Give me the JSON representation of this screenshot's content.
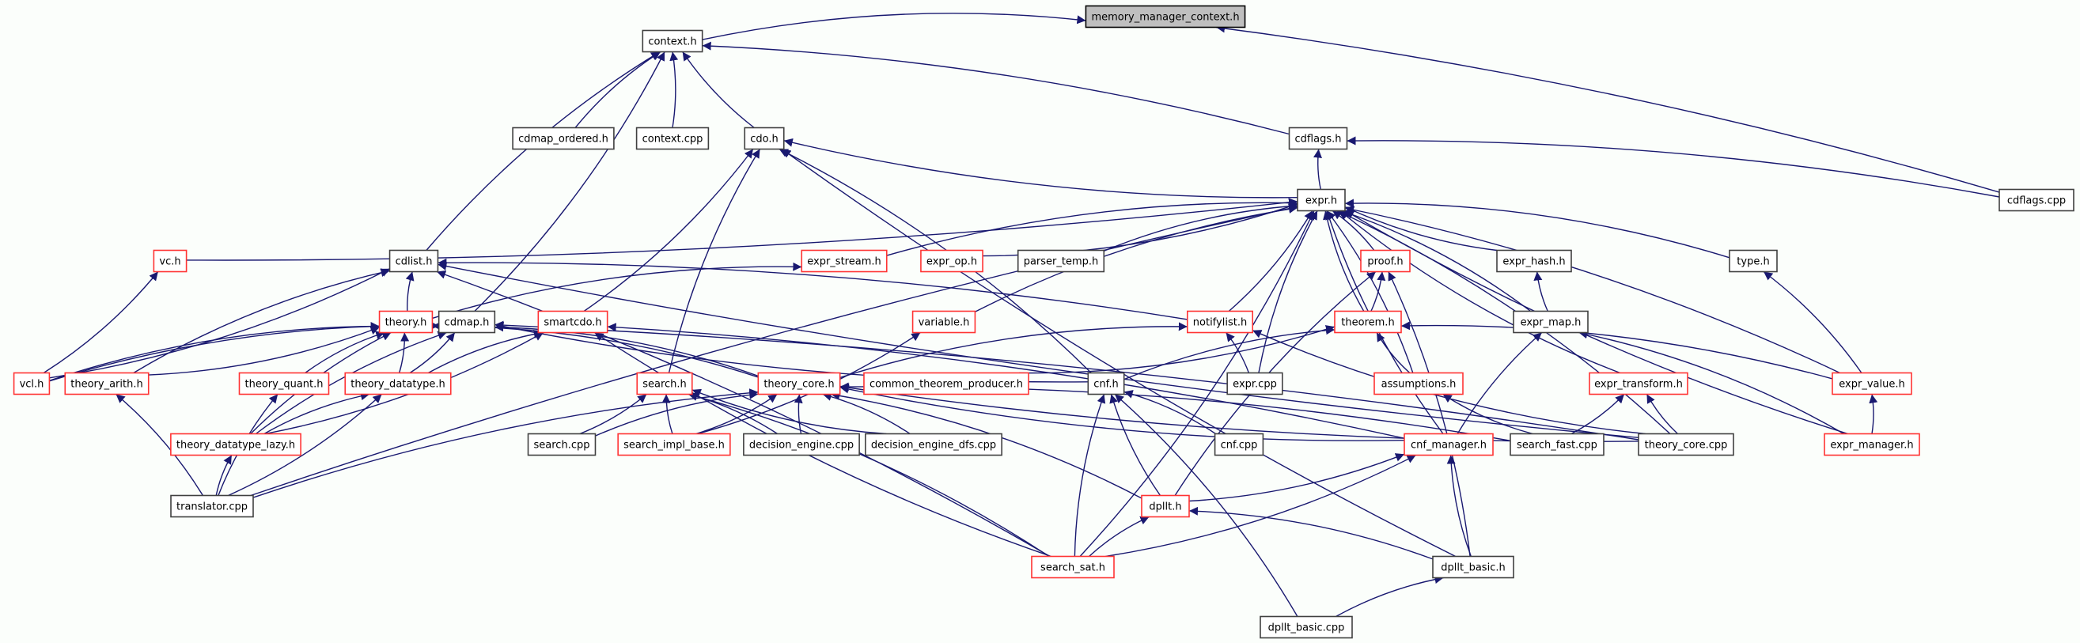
{
  "graph": {
    "title": "memory_manager_context.h",
    "edge_color": "#191970",
    "colors": {
      "plain": "#404040",
      "red": "#ff3333",
      "root_fill": "#bfbfbf"
    },
    "nodes": [
      {
        "id": "memory_manager_context.h",
        "style": "root"
      },
      {
        "id": "context.h",
        "style": "plain"
      },
      {
        "id": "cdmap_ordered.h",
        "style": "plain"
      },
      {
        "id": "context.cpp",
        "style": "plain"
      },
      {
        "id": "cdo.h",
        "style": "plain"
      },
      {
        "id": "cdflags.h",
        "style": "plain"
      },
      {
        "id": "cdflags.cpp",
        "style": "plain"
      },
      {
        "id": "expr.h",
        "style": "plain"
      },
      {
        "id": "vc.h",
        "style": "red"
      },
      {
        "id": "cdlist.h",
        "style": "plain"
      },
      {
        "id": "expr_stream.h",
        "style": "red"
      },
      {
        "id": "expr_op.h",
        "style": "red"
      },
      {
        "id": "parser_temp.h",
        "style": "plain"
      },
      {
        "id": "proof.h",
        "style": "red"
      },
      {
        "id": "expr_hash.h",
        "style": "plain"
      },
      {
        "id": "type.h",
        "style": "plain"
      },
      {
        "id": "theory.h",
        "style": "red"
      },
      {
        "id": "cdmap.h",
        "style": "plain"
      },
      {
        "id": "smartcdo.h",
        "style": "red"
      },
      {
        "id": "variable.h",
        "style": "red"
      },
      {
        "id": "notifylist.h",
        "style": "red"
      },
      {
        "id": "theorem.h",
        "style": "red"
      },
      {
        "id": "expr_map.h",
        "style": "plain"
      },
      {
        "id": "vcl.h",
        "style": "red"
      },
      {
        "id": "theory_arith.h",
        "style": "red"
      },
      {
        "id": "theory_quant.h",
        "style": "red"
      },
      {
        "id": "theory_datatype.h",
        "style": "red"
      },
      {
        "id": "search.h",
        "style": "red"
      },
      {
        "id": "theory_core.h",
        "style": "red"
      },
      {
        "id": "common_theorem_producer.h",
        "style": "red"
      },
      {
        "id": "cnf.h",
        "style": "plain"
      },
      {
        "id": "expr.cpp",
        "style": "plain"
      },
      {
        "id": "assumptions.h",
        "style": "red"
      },
      {
        "id": "expr_transform.h",
        "style": "red"
      },
      {
        "id": "expr_value.h",
        "style": "red"
      },
      {
        "id": "theory_datatype_lazy.h",
        "style": "red"
      },
      {
        "id": "search.cpp",
        "style": "plain"
      },
      {
        "id": "search_impl_base.h",
        "style": "red"
      },
      {
        "id": "decision_engine.cpp",
        "style": "plain"
      },
      {
        "id": "decision_engine_dfs.cpp",
        "style": "plain"
      },
      {
        "id": "cnf.cpp",
        "style": "plain"
      },
      {
        "id": "cnf_manager.h",
        "style": "red"
      },
      {
        "id": "search_fast.cpp",
        "style": "plain"
      },
      {
        "id": "theory_core.cpp",
        "style": "plain"
      },
      {
        "id": "expr_manager.h",
        "style": "red"
      },
      {
        "id": "translator.cpp",
        "style": "plain"
      },
      {
        "id": "dpllt.h",
        "style": "red"
      },
      {
        "id": "search_sat.h",
        "style": "red"
      },
      {
        "id": "dpllt_basic.h",
        "style": "plain"
      },
      {
        "id": "dpllt_basic.cpp",
        "style": "plain"
      }
    ],
    "edges": [
      [
        "context.h",
        "memory_manager_context.h"
      ],
      [
        "cdflags.cpp",
        "memory_manager_context.h"
      ],
      [
        "cdmap_ordered.h",
        "context.h"
      ],
      [
        "context.cpp",
        "context.h"
      ],
      [
        "cdo.h",
        "context.h"
      ],
      [
        "cdflags.h",
        "context.h"
      ],
      [
        "cdlist.h",
        "context.h"
      ],
      [
        "cdmap.h",
        "context.h"
      ],
      [
        "expr.h",
        "cdflags.h"
      ],
      [
        "cdflags.cpp",
        "cdflags.h"
      ],
      [
        "expr.h",
        "cdo.h"
      ],
      [
        "smartcdo.h",
        "cdo.h"
      ],
      [
        "search.h",
        "cdo.h"
      ],
      [
        "cnf.h",
        "cdo.h"
      ],
      [
        "dpllt_basic.h",
        "cdo.h"
      ],
      [
        "vc.h",
        "expr.h"
      ],
      [
        "expr_stream.h",
        "expr.h"
      ],
      [
        "expr_op.h",
        "expr.h"
      ],
      [
        "parser_temp.h",
        "expr.h"
      ],
      [
        "proof.h",
        "expr.h"
      ],
      [
        "expr_hash.h",
        "expr.h"
      ],
      [
        "type.h",
        "expr.h"
      ],
      [
        "variable.h",
        "expr.h"
      ],
      [
        "notifylist.h",
        "expr.h"
      ],
      [
        "theorem.h",
        "expr.h"
      ],
      [
        "expr_map.h",
        "expr.h"
      ],
      [
        "expr.cpp",
        "expr.h"
      ],
      [
        "assumptions.h",
        "expr.h"
      ],
      [
        "expr_transform.h",
        "expr.h"
      ],
      [
        "expr_value.h",
        "expr.h"
      ],
      [
        "expr_manager.h",
        "expr.h"
      ],
      [
        "theory_core.cpp",
        "expr.h"
      ],
      [
        "cnf_manager.h",
        "expr.h"
      ],
      [
        "search_sat.h",
        "expr.h"
      ],
      [
        "translator.cpp",
        "expr.h"
      ],
      [
        "vcl.h",
        "vc.h"
      ],
      [
        "theory.h",
        "cdlist.h"
      ],
      [
        "vcl.h",
        "cdlist.h"
      ],
      [
        "theory_arith.h",
        "cdlist.h"
      ],
      [
        "notifylist.h",
        "cdlist.h"
      ],
      [
        "theory_core.cpp",
        "cdlist.h"
      ],
      [
        "search_sat.h",
        "cdlist.h"
      ],
      [
        "theory.h",
        "expr_stream.h"
      ],
      [
        "search_impl_base.h",
        "variable.h"
      ],
      [
        "theory_core.h",
        "notifylist.h"
      ],
      [
        "expr.cpp",
        "notifylist.h"
      ],
      [
        "theory_core.cpp",
        "notifylist.h"
      ],
      [
        "theorem.h",
        "proof.h"
      ],
      [
        "dpllt.h",
        "proof.h"
      ],
      [
        "dpllt_basic.h",
        "proof.h"
      ],
      [
        "expr_map.h",
        "expr_hash.h"
      ],
      [
        "expr_value.h",
        "type.h"
      ],
      [
        "assumptions.h",
        "theorem.h"
      ],
      [
        "expr_value.h",
        "theorem.h"
      ],
      [
        "cnf.h",
        "theorem.h"
      ],
      [
        "common_theorem_producer.h",
        "theorem.h"
      ],
      [
        "cnf_manager.h",
        "expr_map.h"
      ],
      [
        "expr_manager.h",
        "expr_map.h"
      ],
      [
        "search_fast.cpp",
        "assumptions.h"
      ],
      [
        "search_fast.cpp",
        "expr_transform.h"
      ],
      [
        "theory_core.cpp",
        "expr_transform.h"
      ],
      [
        "expr_manager.h",
        "expr_value.h"
      ],
      [
        "vcl.h",
        "theory.h"
      ],
      [
        "theory_arith.h",
        "theory.h"
      ],
      [
        "theory_quant.h",
        "theory.h"
      ],
      [
        "theory_datatype.h",
        "theory.h"
      ],
      [
        "theory_datatype_lazy.h",
        "theory.h"
      ],
      [
        "theory_core.h",
        "theory.h"
      ],
      [
        "vcl.h",
        "cdmap.h"
      ],
      [
        "theory_datatype.h",
        "cdmap.h"
      ],
      [
        "theory_datatype_lazy.h",
        "cdmap.h"
      ],
      [
        "theory_core.h",
        "cdmap.h"
      ],
      [
        "cnf.h",
        "cdmap.h"
      ],
      [
        "theory_core.cpp",
        "cdmap.h"
      ],
      [
        "theory_datatype.h",
        "smartcdo.h"
      ],
      [
        "theory_datatype_lazy.h",
        "smartcdo.h"
      ],
      [
        "search_sat.h",
        "smartcdo.h"
      ],
      [
        "cnf_manager.h",
        "smartcdo.h"
      ],
      [
        "theory_datatype_lazy.h",
        "theory_datatype.h"
      ],
      [
        "translator.cpp",
        "theory_datatype.h"
      ],
      [
        "translator.cpp",
        "theory_quant.h"
      ],
      [
        "translator.cpp",
        "theory_arith.h"
      ],
      [
        "translator.cpp",
        "theory_datatype_lazy.h"
      ],
      [
        "search.cpp",
        "search.h"
      ],
      [
        "search_impl_base.h",
        "search.h"
      ],
      [
        "decision_engine.cpp",
        "search.h"
      ],
      [
        "decision_engine_dfs.cpp",
        "search.h"
      ],
      [
        "search_sat.h",
        "search.h"
      ],
      [
        "search.cpp",
        "theory_core.h"
      ],
      [
        "search_impl_base.h",
        "theory_core.h"
      ],
      [
        "decision_engine.cpp",
        "theory_core.h"
      ],
      [
        "decision_engine_dfs.cpp",
        "theory_core.h"
      ],
      [
        "translator.cpp",
        "theory_core.h"
      ],
      [
        "dpllt.h",
        "theory_core.h"
      ],
      [
        "cnf_manager.h",
        "theory_core.h"
      ],
      [
        "search_fast.cpp",
        "theory_core.h"
      ],
      [
        "theory_core.cpp",
        "theory_core.h"
      ],
      [
        "cnf.cpp",
        "cnf.h"
      ],
      [
        "dpllt.h",
        "cnf.h"
      ],
      [
        "dpllt_basic.cpp",
        "cnf.h"
      ],
      [
        "search_sat.h",
        "cnf.h"
      ],
      [
        "dpllt.h",
        "cnf_manager.h"
      ],
      [
        "dpllt_basic.h",
        "cnf_manager.h"
      ],
      [
        "search_sat.h",
        "cnf_manager.h"
      ],
      [
        "search_sat.h",
        "dpllt.h"
      ],
      [
        "dpllt_basic.h",
        "dpllt.h"
      ],
      [
        "dpllt_basic.cpp",
        "dpllt_basic.h"
      ]
    ]
  }
}
